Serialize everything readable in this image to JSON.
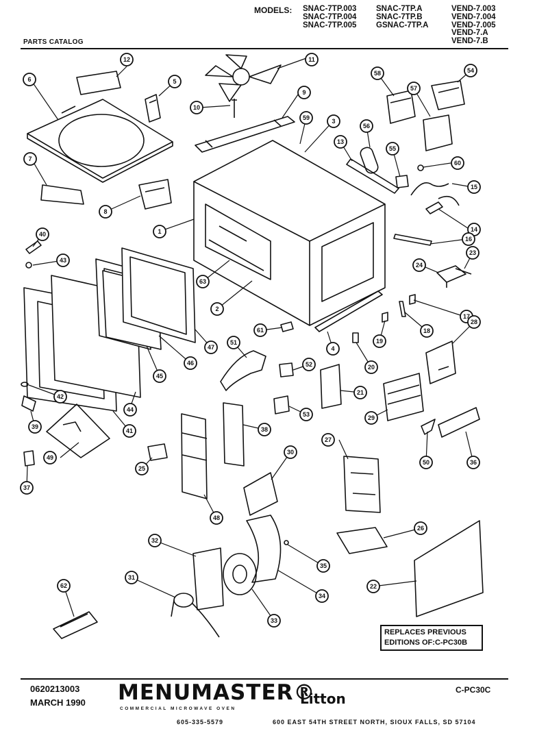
{
  "header": {
    "models_label": "MODELS:",
    "models_col1": [
      "SNAC-7TP.003",
      "SNAC-7TP.004",
      "SNAC-7TP.005"
    ],
    "models_col2": [
      "SNAC-7TP.A",
      "SNAC-7TP.B",
      "GSNAC-7TP.A"
    ],
    "models_col3": [
      "VEND-7.003",
      "VEND-7.004",
      "VEND-7.005",
      "VEND-7.A",
      "VEND-7.B"
    ],
    "title": "PARTS CATALOG"
  },
  "callouts": [
    "12",
    "11",
    "6",
    "5",
    "10",
    "9",
    "58",
    "54",
    "57",
    "59",
    "3",
    "13",
    "56",
    "55",
    "60",
    "15",
    "7",
    "8",
    "14",
    "1",
    "16",
    "40",
    "43",
    "23",
    "24",
    "63",
    "2",
    "17",
    "18",
    "28",
    "61",
    "19",
    "4",
    "20",
    "47",
    "46",
    "45",
    "51",
    "52",
    "21",
    "44",
    "42",
    "41",
    "53",
    "29",
    "39",
    "50",
    "38",
    "49",
    "36",
    "25",
    "30",
    "27",
    "37",
    "48",
    "26",
    "32",
    "35",
    "31",
    "34",
    "22",
    "33",
    "62"
  ],
  "replaces": {
    "line1": "REPLACES PREVIOUS",
    "line2": "EDITIONS OF:C-PC30B"
  },
  "footer": {
    "doc_number": "0620213003",
    "date": "MARCH 1990",
    "brand": "MENUMASTER®",
    "brand_sub": "COMMERCIAL MICROWAVE OVEN",
    "company": "Litton",
    "catalog_code": "C-PC30C",
    "phone": "605-335-5579",
    "address": "600 EAST 54TH STREET NORTH, SIOUX FALLS, SD  57104"
  },
  "colors": {
    "ink": "#111111",
    "paper": "#ffffff"
  }
}
